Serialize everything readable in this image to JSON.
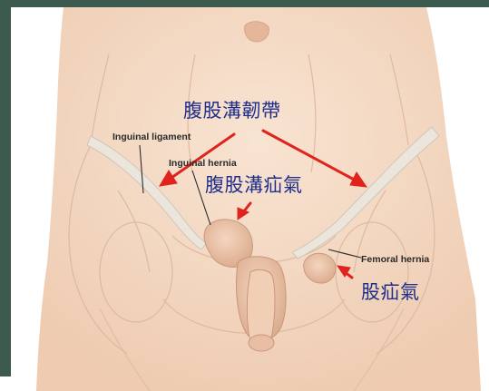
{
  "labels": {
    "inguinal_ligament_en": "Inguinal ligament",
    "inguinal_hernia_en": "Inguinal hernia",
    "femoral_hernia_en": "Femoral hernia",
    "inguinal_ligament_zh": "腹股溝韌帶",
    "inguinal_hernia_zh": "腹股溝疝氣",
    "femoral_hernia_zh": "股疝氣"
  },
  "colors": {
    "frame": "#3d5a4e",
    "skin": "#f3d9c4",
    "skin_shadow": "#e2b99e",
    "ligament": "#e6e0d6",
    "arrow": "#e0231c",
    "label_zh": "#1e2e8a"
  },
  "icons": {
    "arrow": "red-pointer-arrow",
    "anatomy": "lower-torso-illustration"
  }
}
